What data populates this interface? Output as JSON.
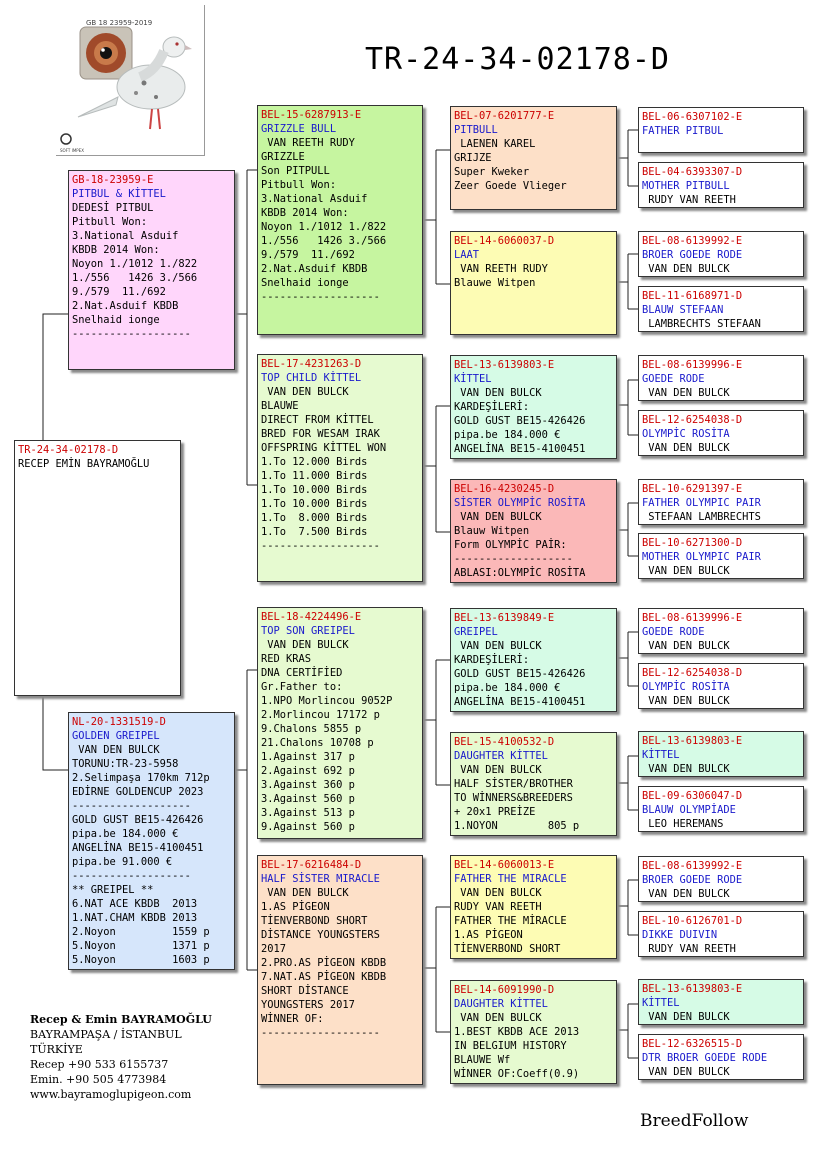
{
  "title": "TR-24-34-02178-D",
  "photo": {
    "caption": "GB 18 23959-2019",
    "logo": "SOFT IMPEX"
  },
  "subject": {
    "ring": "TR-24-34-02178-D",
    "lines": [
      "RECEP EMİN BAYRAMOĞLU"
    ]
  },
  "sire": {
    "ring": "GB-18-23959-E",
    "name": "PITBUL & KİTTEL",
    "lines": [
      "DEDESİ PITBUL",
      "Pitbull Won:",
      "3.National Asduif",
      "KBDB 2014 Won:",
      "Noyon 1./1012 1./822",
      "1./556   1426 3./566",
      "9./579  11./692",
      "2.Nat.Asduif KBDB",
      "Snelhaid ionge",
      "-------------------"
    ]
  },
  "dam": {
    "ring": "NL-20-1331519-D",
    "name": "GOLDEN GREIPEL",
    "lines": [
      " VAN DEN BULCK",
      "TORUNU:TR-23-5958",
      "2.Selimpaşa 170km 712p",
      "EDİRNE GOLDENCUP 2023",
      "-------------------",
      "GOLD GUST BE15-426426",
      "pipa.be 184.000 €",
      "ANGELİNA BE15-4100451",
      "pipa.be 91.000 €",
      "-------------------",
      "** GREIPEL **",
      "6.NAT ACE KBDB  2013",
      "1.NAT.CHAM KBDB 2013",
      "2.Noyon         1559 p",
      "5.Noyon         1371 p",
      "5.Noyon         1603 p"
    ]
  },
  "grandparents": [
    {
      "ring": "BEL-15-6287913-E",
      "name": "GRIZZLE BULL",
      "lines": [
        " VAN REETH RUDY",
        "GRIZZLE",
        "Son PITPULL",
        "Pitbull Won:",
        "3.National Asduif",
        "KBDB 2014 Won:",
        "Noyon 1./1012 1./822",
        "1./556   1426 3./566",
        "9./579  11./692",
        "2.Nat.Asduif KBDB",
        "Snelhaid ionge",
        "-------------------"
      ]
    },
    {
      "ring": "BEL-17-4231263-D",
      "name": "TOP CHILD KİTTEL",
      "lines": [
        " VAN DEN BULCK",
        "BLAUWE",
        "DIRECT FROM KİTTEL",
        "BRED FOR WESAM IRAK",
        "OFFSPRING KİTTEL WON",
        "1.To 12.000 Birds",
        "1.To 11.000 Birds",
        "1.To 10.000 Birds",
        "1.To 10.000 Birds",
        "1.To  8.000 Birds",
        "1.To  7.500 Birds",
        "-------------------"
      ]
    },
    {
      "ring": "BEL-18-4224496-E",
      "name": "TOP SON GREIPEL",
      "lines": [
        " VAN DEN BULCK",
        "RED KRAS",
        "DNA CERTİFİED",
        "Gr.Father to:",
        "1.NPO Morlincou 9052P",
        "2.Morlincou 17172 p",
        "9.Chalons 5855 p",
        "21.Chalons 10708 p",
        "1.Against 317 p",
        "2.Against 692 p",
        "3.Against 360 p",
        "3.Against 560 p",
        "3.Against 513 p",
        "9.Against 560 p"
      ]
    },
    {
      "ring": "BEL-17-6216484-D",
      "name": "HALF SİSTER MIRACLE",
      "lines": [
        " VAN DEN BULCK",
        "1.AS PİGEON",
        "TİENVERBOND SHORT",
        "DİSTANCE YOUNGSTERS",
        "2017",
        "2.PRO.AS PİGEON KBDB",
        "7.NAT.AS PİGEON KBDB",
        "SHORT DİSTANCE",
        "YOUNGSTERS 2017",
        "WİNNER OF:",
        "-------------------"
      ]
    }
  ],
  "greatgrandparents": [
    {
      "ring": "BEL-07-6201777-E",
      "name": "PITBULL",
      "lines": [
        " LAENEN KAREL",
        "GRIJZE",
        "Super Kweker",
        "Zeer Goede Vlieger"
      ]
    },
    {
      "ring": "BEL-14-6060037-D",
      "name": "LAAT",
      "lines": [
        " VAN REETH RUDY",
        "Blauwe Witpen"
      ]
    },
    {
      "ring": "BEL-13-6139803-E",
      "name": "KİTTEL",
      "lines": [
        " VAN DEN BULCK",
        "KARDEŞİLERİ:",
        "GOLD GUST BE15-426426",
        "pipa.be 184.000 €",
        "ANGELİNA BE15-4100451"
      ]
    },
    {
      "ring": "BEL-16-4230245-D",
      "name": "SİSTER OLYMPİC ROSİTA",
      "lines": [
        " VAN DEN BULCK",
        "Blauw Witpen",
        "Form OLYMPİC PAİR:",
        "-------------------",
        "ABLASI:OLYMPİC ROSİTA"
      ]
    },
    {
      "ring": "BEL-13-6139849-E",
      "name": "GREIPEL",
      "lines": [
        " VAN DEN BULCK",
        "KARDEŞİLERİ:",
        "GOLD GUST BE15-426426",
        "pipa.be 184.000 €",
        "ANGELİNA BE15-4100451"
      ]
    },
    {
      "ring": "BEL-15-4100532-D",
      "name": "DAUGHTER KİTTEL",
      "lines": [
        " VAN DEN BULCK",
        "HALF SİSTER/BROTHER",
        "TO WİNNERS&BREEDERS",
        "+ 20x1 PREİZE",
        "1.NOYON        805 p"
      ]
    },
    {
      "ring": "BEL-14-6060013-E",
      "name": "FATHER THE MIRACLE",
      "lines": [
        " VAN DEN BULCK",
        "RUDY VAN REETH",
        "FATHER THE MİRACLE",
        "1.AS PİGEON",
        "TİENVERBOND SHORT"
      ]
    },
    {
      "ring": "BEL-14-6091990-D",
      "name": "DAUGHTER KİTTEL",
      "lines": [
        " VAN DEN BULCK",
        "1.BEST KBDB ACE 2013",
        "IN BELGIUM HISTORY",
        "BLAUWE Wf",
        "WİNNER OF:Coeff(0.9)"
      ]
    }
  ],
  "gen4": [
    {
      "ring": "BEL-06-6307102-E",
      "name": "FATHER PITBUL",
      "lines": []
    },
    {
      "ring": "BEL-04-6393307-D",
      "name": "MOTHER PITBULL",
      "lines": [
        " RUDY VAN REETH"
      ]
    },
    {
      "ring": "BEL-08-6139992-E",
      "name": "BROER GOEDE RODE",
      "lines": [
        " VAN DEN BULCK"
      ]
    },
    {
      "ring": "BEL-11-6168971-D",
      "name": "BLAUW STEFAAN",
      "lines": [
        " LAMBRECHTS STEFAAN"
      ]
    },
    {
      "ring": "BEL-08-6139996-E",
      "name": "GOEDE RODE",
      "lines": [
        " VAN DEN BULCK"
      ]
    },
    {
      "ring": "BEL-12-6254038-D",
      "name": "OLYMPİC ROSİTA",
      "lines": [
        " VAN DEN BULCK"
      ]
    },
    {
      "ring": "BEL-10-6291397-E",
      "name": "FATHER OLYMPIC PAIR",
      "lines": [
        " STEFAAN LAMBRECHTS"
      ]
    },
    {
      "ring": "BEL-10-6271300-D",
      "name": "MOTHER OLYMPIC PAIR",
      "lines": [
        " VAN DEN BULCK"
      ]
    },
    {
      "ring": "BEL-08-6139996-E",
      "name": "GOEDE RODE",
      "lines": [
        " VAN DEN BULCK"
      ]
    },
    {
      "ring": "BEL-12-6254038-D",
      "name": "OLYMPİC ROSİTA",
      "lines": [
        " VAN DEN BULCK"
      ]
    },
    {
      "ring": "BEL-13-6139803-E",
      "name": "KİTTEL",
      "lines": [
        " VAN DEN BULCK"
      ]
    },
    {
      "ring": "BEL-09-6306047-D",
      "name": "BLAUW OLYMPİADE",
      "lines": [
        " LEO HEREMANS"
      ]
    },
    {
      "ring": "BEL-08-6139992-E",
      "name": "BROER GOEDE RODE",
      "lines": [
        " VAN DEN BULCK"
      ]
    },
    {
      "ring": "BEL-10-6126701-D",
      "name": "DIKKE DUIVIN",
      "lines": [
        " RUDY VAN REETH"
      ]
    },
    {
      "ring": "BEL-13-6139803-E",
      "name": "KİTTEL",
      "lines": [
        " VAN DEN BULCK"
      ]
    },
    {
      "ring": "BEL-12-6326515-D",
      "name": "DTR BROER GOEDE RODE",
      "lines": [
        " VAN DEN BULCK"
      ]
    }
  ],
  "contact": {
    "name": "Recep & Emin BAYRAMOĞLU",
    "lines": [
      "BAYRAMPAŞA / İSTANBUL",
      "TÜRKİYE",
      "Recep +90 533 6155737",
      "Emin. +90 505 4773984",
      "www.bayramoglupigeon.com"
    ]
  },
  "brand": "BreedFollow",
  "colors": {
    "ring": "#cc0000",
    "name": "#1a1acc",
    "pink": "#ffd6fb",
    "blue": "#d6e6fb",
    "green": "#c6f5a0",
    "lightgreen": "#e6fad0",
    "peach": "#fde0c8",
    "yellow": "#fdfcb4",
    "mint": "#d6fbe6",
    "rose": "#fbb8b8",
    "white": "#ffffff"
  }
}
